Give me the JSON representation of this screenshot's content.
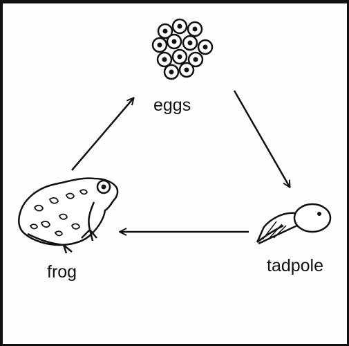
{
  "diagram": {
    "stages": {
      "eggs": "eggs",
      "tadpole": "tadpole",
      "frog": "frog"
    },
    "icons": [
      "eggs-icon",
      "tadpole-icon",
      "frog-icon"
    ]
  }
}
